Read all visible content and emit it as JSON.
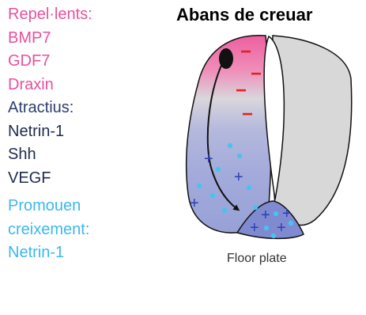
{
  "title": "Abans de creuar",
  "repellents": {
    "heading": "Repel·lents:",
    "items": [
      "BMP7",
      "GDF7",
      "Draxin"
    ]
  },
  "attractants": {
    "heading": "Atractius:",
    "items": [
      "Netrin-1",
      "Shh",
      "VEGF"
    ]
  },
  "growth_promoters": {
    "heading_line1": "Promouen",
    "heading_line2": "creixement:",
    "items": [
      "Netrin-1"
    ]
  },
  "floor_plate_label": "Floor plate",
  "colors": {
    "repellent": "#e8509e",
    "attractant": "#1f2b4c",
    "promoter": "#3cb8ea",
    "tissue_grey": "#d8d8d8",
    "tissue_blue": "#9ea6d8",
    "floor_plate": "#7f8ad0"
  },
  "signs": {
    "minus": "−",
    "plus": "+"
  }
}
